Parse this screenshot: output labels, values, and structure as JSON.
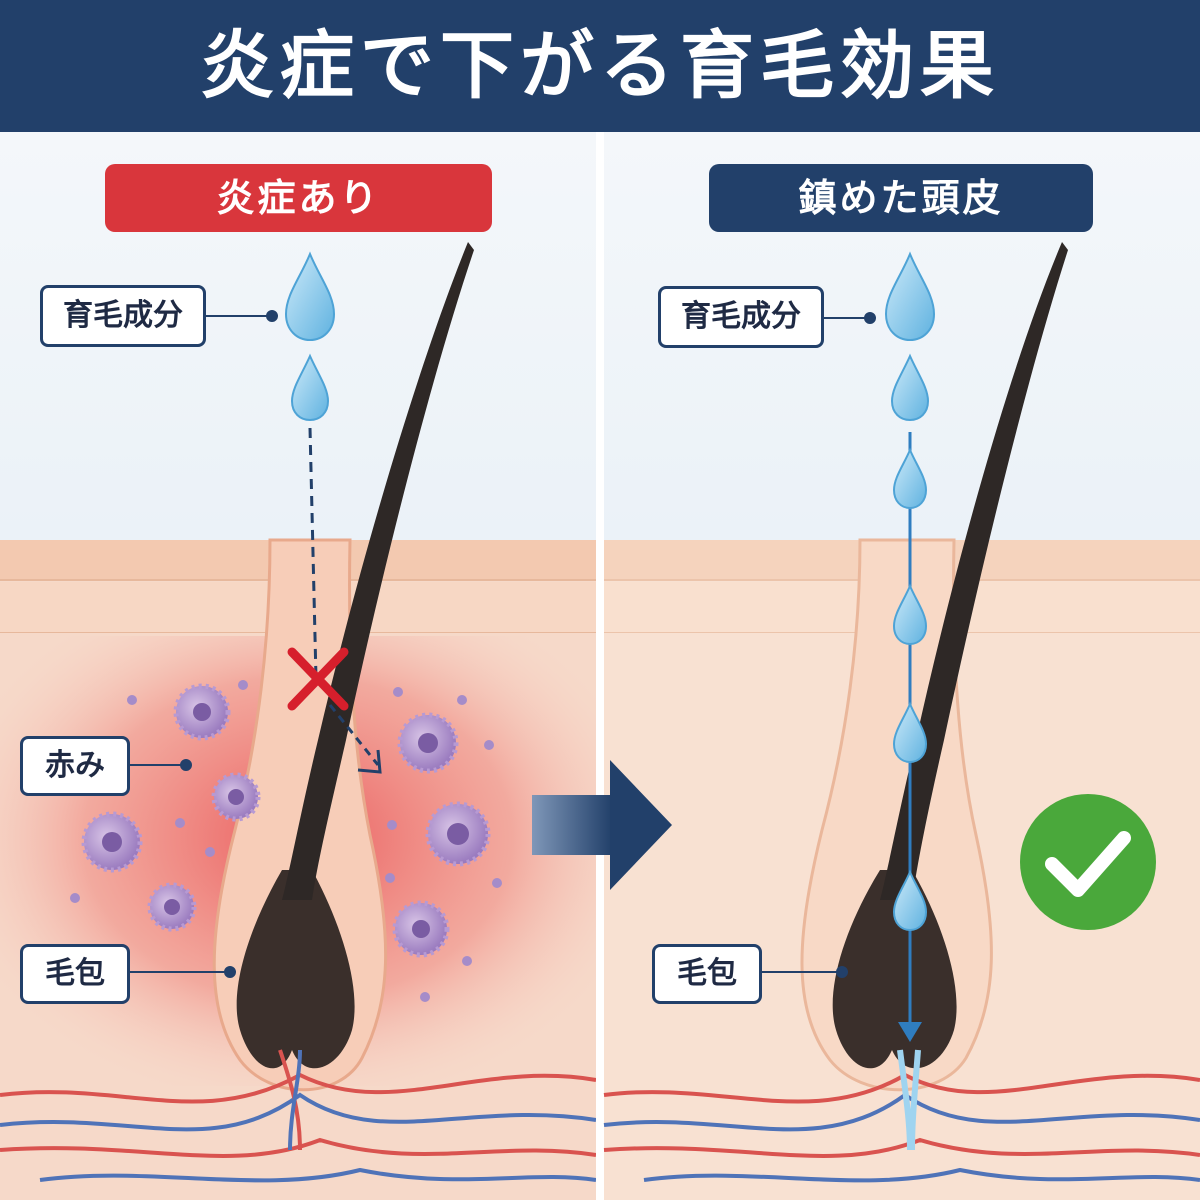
{
  "title": "炎症で下がる育毛効果",
  "panels": {
    "left": {
      "badge": "炎症あり",
      "labels": {
        "ingredient": "育毛成分",
        "redness": "赤み",
        "follicle": "毛包"
      }
    },
    "right": {
      "badge": "鎮めた頭皮",
      "labels": {
        "ingredient": "育毛成分",
        "follicle": "毛包"
      }
    }
  },
  "icons": {
    "blocked": "x-mark-icon",
    "success": "check-circle-icon",
    "transition": "arrow-right-icon"
  },
  "colors": {
    "title_bg": "#22406a",
    "inflamed_badge": "#d9363c",
    "calm_badge": "#22406a",
    "check": "#4aa83b",
    "x_mark": "#d61f2c",
    "droplet": "#7cc3ea"
  }
}
